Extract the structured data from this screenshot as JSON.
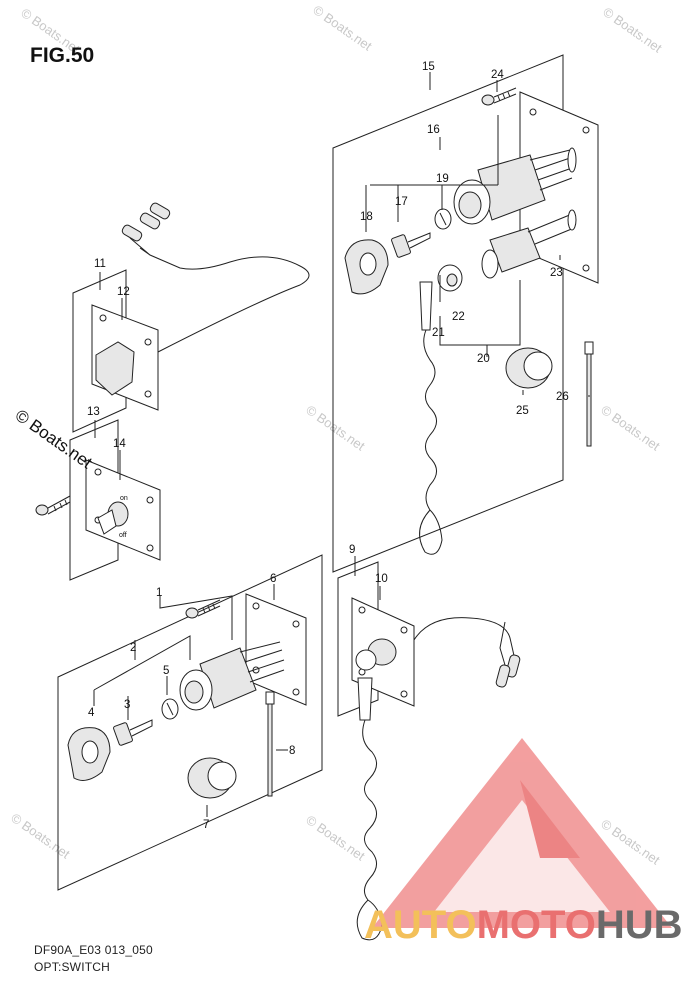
{
  "figure": {
    "title": "FIG.50"
  },
  "footer": {
    "code": "DF90A_E03 013_050",
    "subtitle": "OPT:SWITCH"
  },
  "watermark": {
    "text": "© Boats.net"
  },
  "brand": {
    "part1": "AUTO",
    "part2": "MOTO",
    "part3": "HUB",
    "colors": {
      "auto": "#f3c05a",
      "moto": "#e97070",
      "hub": "#6a6a6a",
      "triangle": "#f08a8a"
    }
  },
  "callouts": [
    "1",
    "2",
    "3",
    "4",
    "5",
    "6",
    "7",
    "8",
    "9",
    "10",
    "11",
    "12",
    "13",
    "14",
    "15",
    "16",
    "17",
    "18",
    "19",
    "20",
    "21",
    "22",
    "23",
    "24",
    "25",
    "26"
  ],
  "switch_labels": {
    "on": "on",
    "off": "off"
  }
}
